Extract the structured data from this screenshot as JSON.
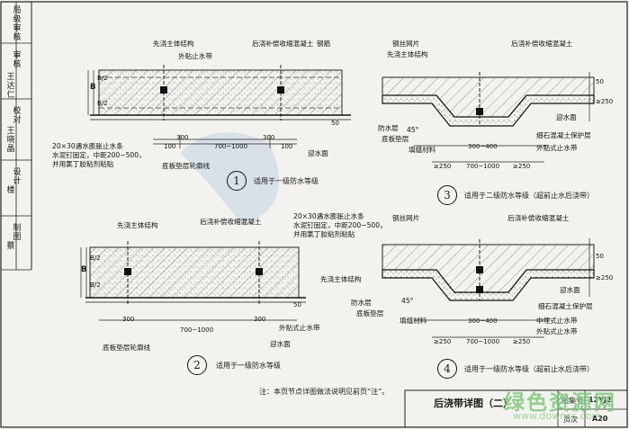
{
  "sidebar": {
    "rows": [
      "审核",
      "校对",
      "设计",
      "制图"
    ],
    "names": [
      "王达仁",
      "王晓晶",
      "楼",
      "蔡"
    ],
    "corner_top": "局级审核"
  },
  "detail1": {
    "number": "1",
    "apply": "适用于一级防水等级",
    "labels": {
      "main_structure": "先浇主体结构",
      "post_concrete": "后浇补偿收缩混凝土",
      "rebar": "钢筋",
      "ext_waterstop": "外贴止水带",
      "swell_strip": "20×30遇水膨胀止水条",
      "swell_note1": "水泥钉固定，中距200~500，",
      "swell_note2": "并用氯丁胶粘剂粘贴",
      "base_outline": "底板垫层轮廓线",
      "water_face": "迎水面",
      "b": "B",
      "b2a": "B/2",
      "b2b": "B/2",
      "d1": "300",
      "d2": "700~1000",
      "d3": "300",
      "d4": "100",
      "d5": "100",
      "d50": "50"
    }
  },
  "detail2": {
    "number": "2",
    "apply": "适用于一级防水等级",
    "labels": {
      "main_structure": "先浇主体结构",
      "post_concrete": "后浇补偿收缩混凝土",
      "swell_strip": "20×30遇水膨胀止水条",
      "swell_note1": "水泥钉固定，中距200~500，",
      "swell_note2": "并用氯丁胶粘剂粘贴",
      "ext_waterstop": "外贴式止水带",
      "base_outline": "底板垫层轮廓线",
      "water_face": "迎水面",
      "b": "B",
      "b2a": "B/2",
      "b2b": "B/2",
      "d1": "300",
      "d2": "700~1000",
      "d3": "300",
      "d50": "50"
    }
  },
  "detail3": {
    "number": "3",
    "apply": "适用于二级防水等级（超前止水后浇带）",
    "labels": {
      "wire_mesh": "钢丝网片",
      "main_structure": "先浇主体结构",
      "post_concrete": "后浇补偿收缩混凝土",
      "waterproof": "防水层",
      "angle": "45°",
      "base_cushion": "底板垫层",
      "filler": "填缝材料",
      "water_face": "迎水面",
      "fine_stone": "细石混凝土保护层",
      "ext_waterstop": "外贴式止水带",
      "w1": "300~400",
      "w2": "700~1000",
      "g1": "≥250",
      "g2": "≥250",
      "g3": "≥250",
      "d50": "50"
    }
  },
  "detail4": {
    "number": "4",
    "apply": "适用于一级防水等级（超前止水后浇带）",
    "labels": {
      "wire_mesh": "钢丝网片",
      "post_concrete": "后浇补偿收缩混凝土",
      "main_structure": "先浇主体结构",
      "waterproof": "防水层",
      "angle": "45°",
      "base_cushion": "底板垫层",
      "filler": "填缝材料",
      "water_face": "迎水面",
      "fine_stone": "细石混凝土保护层",
      "mid_waterstop": "中埋式止水带",
      "ext_waterstop": "外贴式止水带",
      "w1": "300~400",
      "w2": "700~1000",
      "g1": "≥250",
      "g2": "≥250",
      "g3": "≥250",
      "d50": "50"
    }
  },
  "note": "注：本页节点详图做法说明见前页“注”。",
  "title_block": {
    "title": "后浇带详图（二）",
    "atlas_label": "图集号",
    "atlas_no": "12YJ2",
    "page_label": "页次",
    "page_no": "A20"
  },
  "watermark": {
    "main": "绿色资源网",
    "url": "www.downcc.com"
  }
}
